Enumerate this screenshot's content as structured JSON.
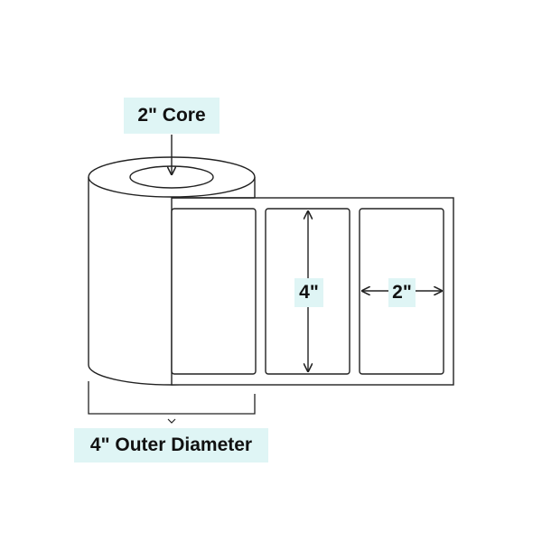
{
  "colors": {
    "tag_background": "#dff5f5",
    "stroke": "#222222",
    "background": "#ffffff"
  },
  "labels": {
    "core": "2\" Core",
    "height": "4\"",
    "width": "2\"",
    "outer_diameter": "4\" Outer Diameter"
  },
  "icons": {
    "core_pointer": "arrow-down-icon",
    "height_dimension": "vertical-double-arrow-icon",
    "width_dimension": "horizontal-double-arrow-icon",
    "outer_bracket_pointer": "chevron-down-icon"
  }
}
